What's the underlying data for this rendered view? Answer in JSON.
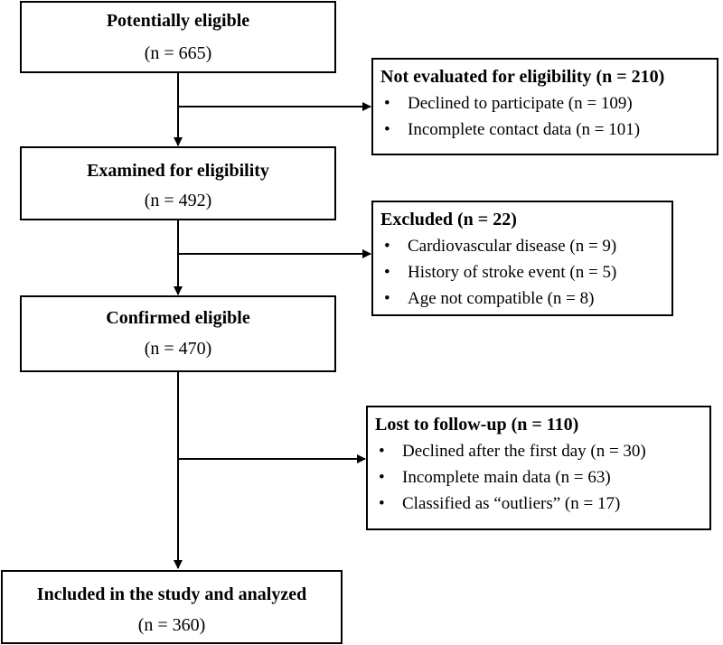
{
  "steps": [
    {
      "title": "Potentially eligible",
      "count": "(n = 665)"
    },
    {
      "title": "Examined for eligibility",
      "count": "(n = 492)"
    },
    {
      "title": "Confirmed eligible",
      "count": "(n = 470)"
    },
    {
      "title": "Included in the study and analyzed",
      "count": "(n = 360)"
    }
  ],
  "exclusions": [
    {
      "title": "Not evaluated for eligibility (n = 210)",
      "items": [
        "Declined to participate (n = 109)",
        "Incomplete contact data (n = 101)"
      ]
    },
    {
      "title": "Excluded (n = 22)",
      "items": [
        "Cardiovascular disease (n = 9)",
        "History of stroke event (n = 5)",
        "Age not compatible (n = 8)"
      ]
    },
    {
      "title": "Lost to follow-up (n = 110)",
      "items": [
        "Declined after the first day (n = 30)",
        "Incomplete main data (n = 63)",
        "Classified as “outliers” (n = 17)"
      ]
    }
  ],
  "bullet_glyph": "•"
}
